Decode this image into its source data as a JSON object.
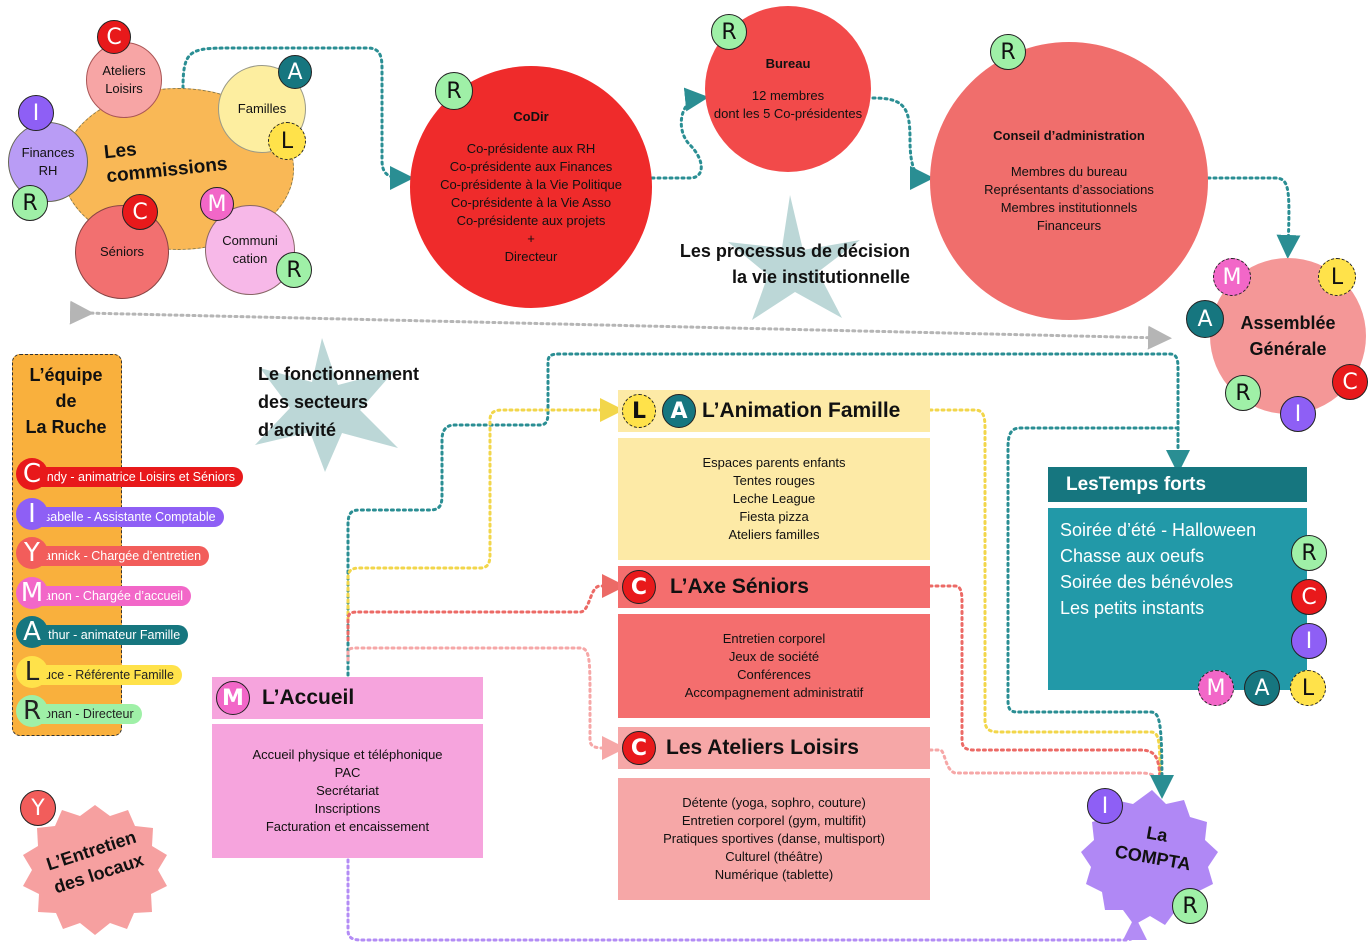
{
  "commissions": {
    "title_line1": "Les",
    "title_line2": "commissions",
    "ateliers": "Ateliers\nLoisirs",
    "familles": "Familles",
    "finances": "Finances\nRH",
    "seniors": "Séniors",
    "communication": "Communi\ncation"
  },
  "codir": {
    "title": "CoDir",
    "lines": [
      "Co-présidente aux RH",
      "Co-présidente aux Finances",
      "Co-présidente à la Vie Politique",
      "Co-présidente à la Vie Asso",
      "Co-présidente aux projets",
      "+",
      "Directeur"
    ]
  },
  "bureau": {
    "title": "Bureau",
    "line1": "12 membres",
    "line2": "dont les 5 Co-présidentes"
  },
  "conseil": {
    "title": "Conseil d’administration",
    "lines": [
      "Membres du bureau",
      "Représentants d’associations",
      "Membres institutionnels",
      "Financeurs"
    ]
  },
  "processus": {
    "line1": "Les processus de décision",
    "line2": "la vie institutionnelle"
  },
  "assemblee": {
    "line1": "Assemblée",
    "line2": "Générale"
  },
  "fonctionnement": {
    "line1": "Le fonctionnement",
    "line2": "des secteurs",
    "line3": "d’activité"
  },
  "equipe": {
    "title_line1": "L’équipe",
    "title_line2": "de",
    "title_line3": "La Ruche",
    "members": [
      {
        "letter": "C",
        "text": "indy - animatrice Loisirs et Séniors",
        "color": "#e8191b"
      },
      {
        "letter": "I",
        "text": "sabelle - Assistante Comptable",
        "color": "#8e5ff5"
      },
      {
        "letter": "Y",
        "text": "annick - Chargée d’entretien",
        "color": "#f25d5b"
      },
      {
        "letter": "M",
        "text": "anon - Chargée d’accueil",
        "color": "#f267c8"
      },
      {
        "letter": "A",
        "text": "rthur - animateur Famille",
        "color": "#16767f"
      },
      {
        "letter": "L",
        "text": "uce - Référente Famille",
        "color": "#ffe24a"
      },
      {
        "letter": "R",
        "text": "onan - Directeur",
        "color": "#9ff0a7"
      }
    ]
  },
  "animation": {
    "title": "L’Animation Famille",
    "lines": [
      "Espaces parents enfants",
      "Tentes rouges",
      "Leche League",
      "Fiesta pizza",
      "Ateliers familles"
    ]
  },
  "seniors": {
    "title": "L’Axe Séniors",
    "lines": [
      "Entretien corporel",
      "Jeux de société",
      "Conférences",
      "Accompagnement administratif"
    ]
  },
  "ateliers": {
    "title": "Les Ateliers Loisirs",
    "lines": [
      "Détente (yoga, sophro, couture)",
      "Entretien corporel (gym, multifit)",
      "Pratiques sportives (danse, multisport)",
      "Culturel (théâtre)",
      "Numérique (tablette)"
    ]
  },
  "accueil": {
    "title": "L’Accueil",
    "lines": [
      "Accueil physique et téléphonique",
      "PAC",
      "Secrétariat",
      "Inscriptions",
      "Facturation et encaissement"
    ]
  },
  "temps_forts": {
    "title": "LesTemps forts",
    "lines": [
      "Soirée d’été - Halloween",
      "Chasse aux oeufs",
      "Soirée des bénévoles",
      "Les petits instants"
    ]
  },
  "compta": {
    "line1": "La",
    "line2": "COMPTA"
  },
  "entretien": {
    "line1": "L’Entretien",
    "line2": "des locaux"
  },
  "badges": {
    "C": "C",
    "I": "I",
    "Y": "Y",
    "M": "M",
    "A": "A",
    "L": "L",
    "R": "R"
  }
}
